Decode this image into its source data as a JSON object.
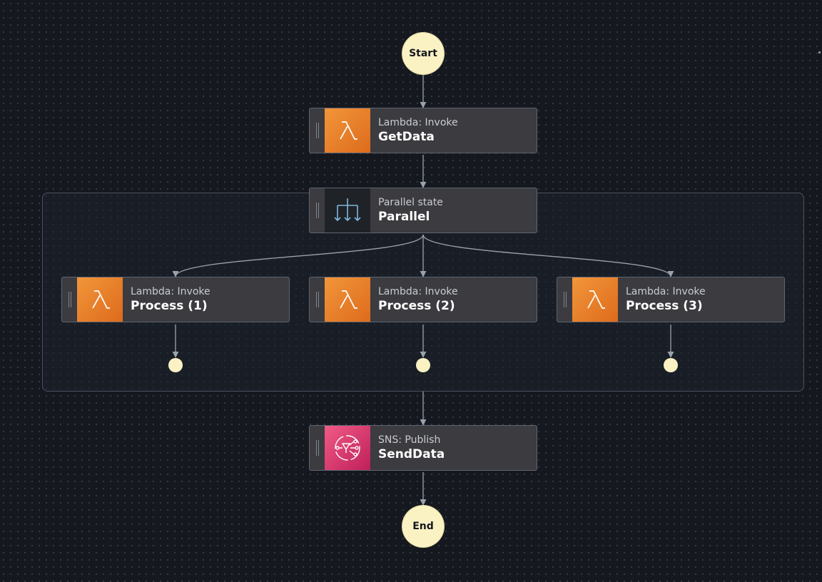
{
  "start_label": "Start",
  "end_label": "End",
  "states": {
    "getdata": {
      "type": "Lambda: Invoke",
      "name": "GetData",
      "icon": "lambda-icon"
    },
    "parallel": {
      "type": "Parallel state",
      "name": "Parallel",
      "icon": "parallel-icon"
    },
    "process1": {
      "type": "Lambda: Invoke",
      "name": "Process (1)",
      "icon": "lambda-icon"
    },
    "process2": {
      "type": "Lambda: Invoke",
      "name": "Process (2)",
      "icon": "lambda-icon"
    },
    "process3": {
      "type": "Lambda: Invoke",
      "name": "Process (3)",
      "icon": "lambda-icon"
    },
    "senddata": {
      "type": "SNS: Publish",
      "name": "SendData",
      "icon": "sns-icon"
    }
  },
  "colors": {
    "background": "#15191f",
    "node_fill": "#3b3b40",
    "terminal_fill": "#fbf2c4",
    "lambda_orange": "#e8801f",
    "sns_pink": "#d6336c",
    "edge": "#9aa2ad",
    "parallel_icon": "#7fb8de"
  }
}
